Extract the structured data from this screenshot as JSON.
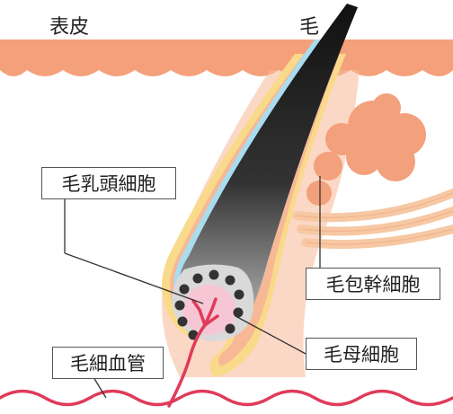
{
  "labels": {
    "epidermis": "表皮",
    "hair": "毛",
    "dermal_papilla_cells": "毛乳頭細胞",
    "hair_follicle_stem_cells": "毛包幹細胞",
    "hair_matrix_cells": "毛母細胞",
    "capillary": "毛細血管"
  },
  "colors": {
    "skin": "#f4a07a",
    "skin_light": "#f7b896",
    "follicle_outer": "#f9d98a",
    "follicle_blue": "#a8dcef",
    "hair_dark": "#1a1a1a",
    "papilla_pink": "#f6c6d4",
    "vessel_red": "#e03a5a",
    "gland": "#f3a07c",
    "muscle": "#f6c8a4"
  }
}
